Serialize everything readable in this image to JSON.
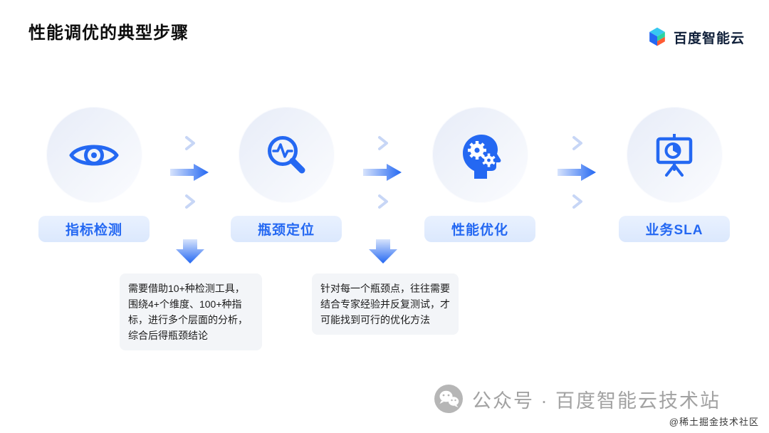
{
  "header": {
    "title": "性能调优的典型步骤",
    "brand": "百度智能云"
  },
  "steps": [
    {
      "label": "指标检测",
      "icon": "eye-icon"
    },
    {
      "label": "瓶颈定位",
      "icon": "magnifier-pulse-icon"
    },
    {
      "label": "性能优化",
      "icon": "head-gears-icon"
    },
    {
      "label": "业务SLA",
      "icon": "presentation-pie-icon"
    }
  ],
  "notes": [
    {
      "for_step": "指标检测",
      "text": "需要借助10+种检测工具，围绕4+个维度、100+种指标，进行多个层面的分析，综合后得瓶颈结论"
    },
    {
      "for_step": "瓶颈定位",
      "text": "针对每一个瓶颈点，往往需要结合专家经验并反复测试，才可能找到可行的优化方法"
    }
  ],
  "footer": {
    "watermark": "公众号 · 百度智能云技术站",
    "credit": "@稀土掘金技术社区"
  },
  "colors": {
    "accent": "#2468F2",
    "pill_bg": "#DFEAFD",
    "circle_bg": "#EDF1FA",
    "note_bg": "#F3F5F8",
    "watermark_gray": "#A2A2A2"
  }
}
